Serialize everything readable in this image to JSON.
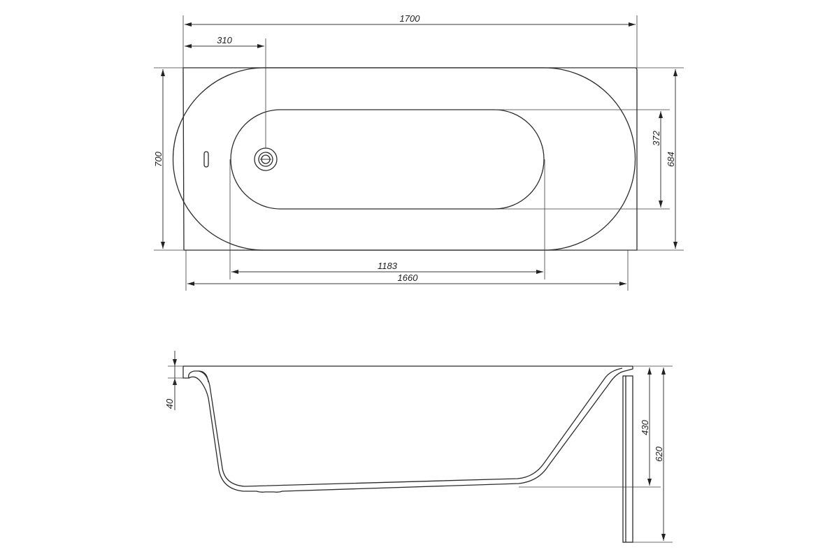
{
  "dimensions": {
    "overall_length": "1700",
    "drain_offset": "310",
    "overall_width": "700",
    "basin_width": "372",
    "inner_width": "684",
    "basin_length": "1183",
    "inner_length": "1660",
    "rim_thickness": "40",
    "depth": "430",
    "total_height": "620"
  },
  "colors": {
    "line": "#2b2b2b",
    "background": "#ffffff"
  }
}
